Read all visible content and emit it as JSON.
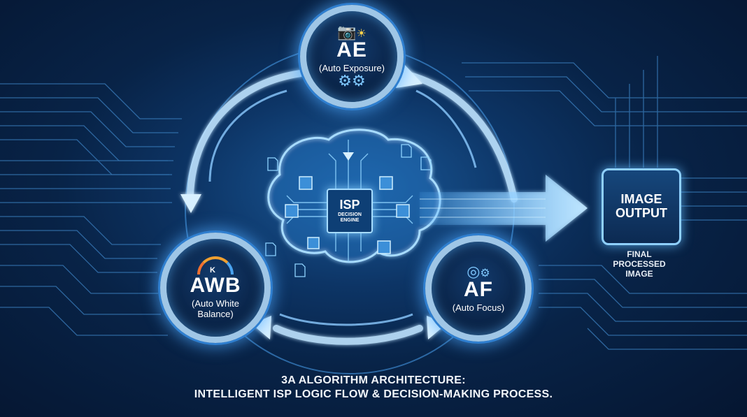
{
  "diagram": {
    "title_line1": "3A ALGORITHM ARCHITECTURE:",
    "title_line2": "INTELLIGENT ISP LOGIC FLOW & DECISION-MAKING PROCESS.",
    "center": {
      "title": "ISP",
      "subtitle_line1": "DECISION",
      "subtitle_line2": "ENGINE",
      "icon": "brain-circuit-icon"
    },
    "nodes": [
      {
        "id": "ae",
        "abbr": "AE",
        "full": "(Auto Exposure)",
        "icons": [
          "camera-icon",
          "sun-icon",
          "gears-icon"
        ]
      },
      {
        "id": "awb",
        "abbr": "AWB",
        "full_line1": "(Auto White",
        "full_line2": "Balance)",
        "icons": [
          "gauge-icon"
        ],
        "gauge_label": "K"
      },
      {
        "id": "af",
        "abbr": "AF",
        "full": "(Auto Focus)",
        "icons": [
          "target-icon",
          "gears-icon"
        ]
      }
    ],
    "output": {
      "box_line1": "IMAGE",
      "box_line2": "OUTPUT",
      "caption_line1": "FINAL",
      "caption_line2": "PROCESSED",
      "caption_line3": "IMAGE"
    },
    "colors": {
      "background": "#082347",
      "accent": "#5ab4ff",
      "ring": "#9fc6e6",
      "text": "#ffffff"
    }
  }
}
